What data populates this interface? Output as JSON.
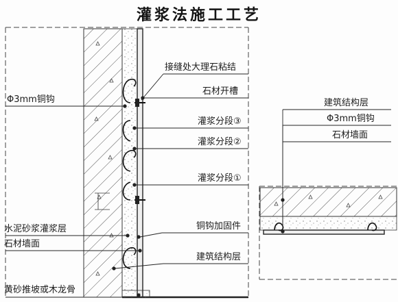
{
  "diagram": {
    "title": "灌浆法施工工艺",
    "labels": {
      "copper_hook_left": "Φ3mm铜钩",
      "joint_marble_glue": "接缝处大理石粘结",
      "stone_slot": "石材开槽",
      "grout_stage_3": "灌浆分段③",
      "grout_stage_2": "灌浆分段②",
      "grout_stage_1": "灌浆分段①",
      "cement_mortar_layer": "水泥砂浆灌浆层",
      "stone_wall_face_left": "石材墙面",
      "copper_hook_fixing": "铜钩加固件",
      "structure_layer_left": "建筑结构层",
      "sand_slope_or_keel": "黄砂推坡或木龙骨",
      "structure_layer_right": "建筑结构层",
      "copper_hook_right": "Φ3mm铜钩",
      "stone_wall_face_right": "石材墙面"
    },
    "colors": {
      "line": "#222222",
      "hatch": "#555555",
      "label_text": "#1c1c1c"
    }
  }
}
